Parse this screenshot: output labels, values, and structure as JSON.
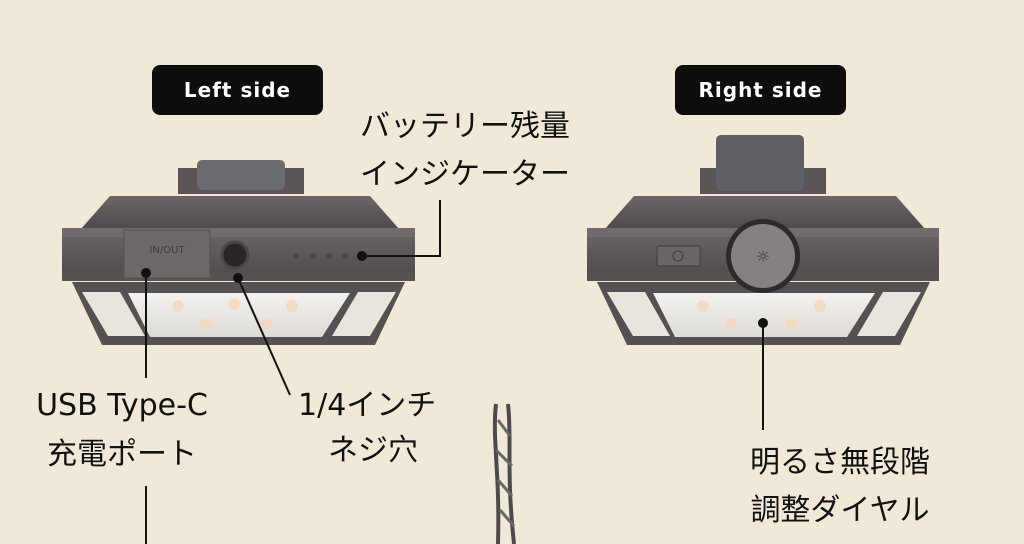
{
  "left_panel": {
    "title": "Left side",
    "port_label": "IN/OUT",
    "callouts": {
      "battery": [
        "バッテリー残量",
        "インジケーター"
      ],
      "usb": [
        "USB Type-C",
        "充電ポート"
      ],
      "screw": [
        "1/4インチ",
        "ネジ穴"
      ]
    }
  },
  "right_panel": {
    "title": "Right side",
    "callouts": {
      "dial": [
        "明るさ無段階",
        "調整ダイヤル"
      ]
    }
  },
  "colors": {
    "background": "#f1e9d7",
    "body": "#5e5859",
    "light": "#eceae6",
    "label_bg": "#0d0d0d"
  }
}
